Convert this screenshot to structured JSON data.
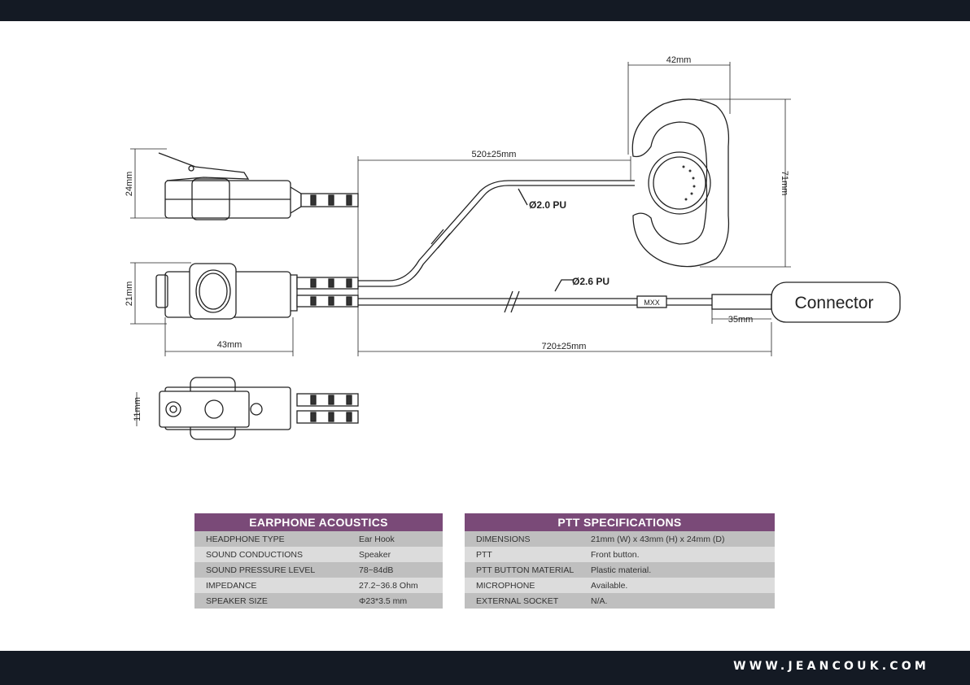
{
  "footer": {
    "website": "WWW.JEANCOUK.COM"
  },
  "drawing": {
    "dim_24": "24mm",
    "dim_21": "21mm",
    "dim_11": "11mm",
    "dim_43": "43mm",
    "dim_520": "520±25mm",
    "dim_720": "720±25mm",
    "dim_35": "35mm",
    "dim_42": "42mm",
    "dim_71": "71mm",
    "cable_thin": "Ø2.0 PU",
    "cable_thick": "Ø2.6 PU",
    "marker": "MXX",
    "connector": "Connector"
  },
  "earphone_acoustics": {
    "title": "EARPHONE ACOUSTICS",
    "rows": [
      {
        "label": "HEADPHONE TYPE",
        "value": "Ear Hook"
      },
      {
        "label": "SOUND CONDUCTIONS",
        "value": "Speaker"
      },
      {
        "label": "SOUND PRESSURE LEVEL",
        "value": "78~84dB"
      },
      {
        "label": "IMPEDANCE",
        "value": "27.2~36.8 Ohm"
      },
      {
        "label": "SPEAKER SIZE",
        "value": "Φ23*3.5 mm"
      }
    ]
  },
  "ptt_specifications": {
    "title": "PTT SPECIFICATIONS",
    "rows": [
      {
        "label": "DIMENSIONS",
        "value": "21mm (W) x 43mm (H) x 24mm (D)"
      },
      {
        "label": "PTT",
        "value": "Front button."
      },
      {
        "label": "PTT BUTTON MATERIAL",
        "value": "Plastic material."
      },
      {
        "label": "MICROPHONE",
        "value": "Available."
      },
      {
        "label": "EXTERNAL SOCKET",
        "value": "N/A."
      }
    ]
  }
}
